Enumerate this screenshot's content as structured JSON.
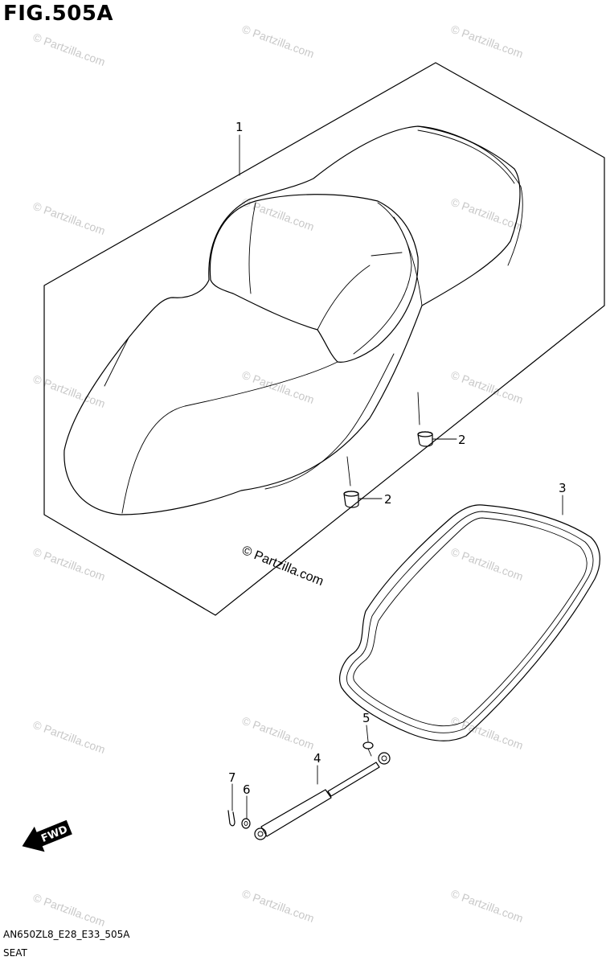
{
  "figure": {
    "title": "FIG.505A",
    "code": "AN650ZL8_E28_E33_505A",
    "name": "SEAT"
  },
  "watermark": {
    "text": "© Partzilla.com",
    "color": "#c8c8c8"
  },
  "direction_badge": "FWD",
  "callouts": {
    "seat": "1",
    "cushion_a": "2",
    "cushion_b": "2",
    "seal": "3",
    "damper": "4",
    "bolt": "5",
    "washer": "6",
    "clip": "7"
  }
}
